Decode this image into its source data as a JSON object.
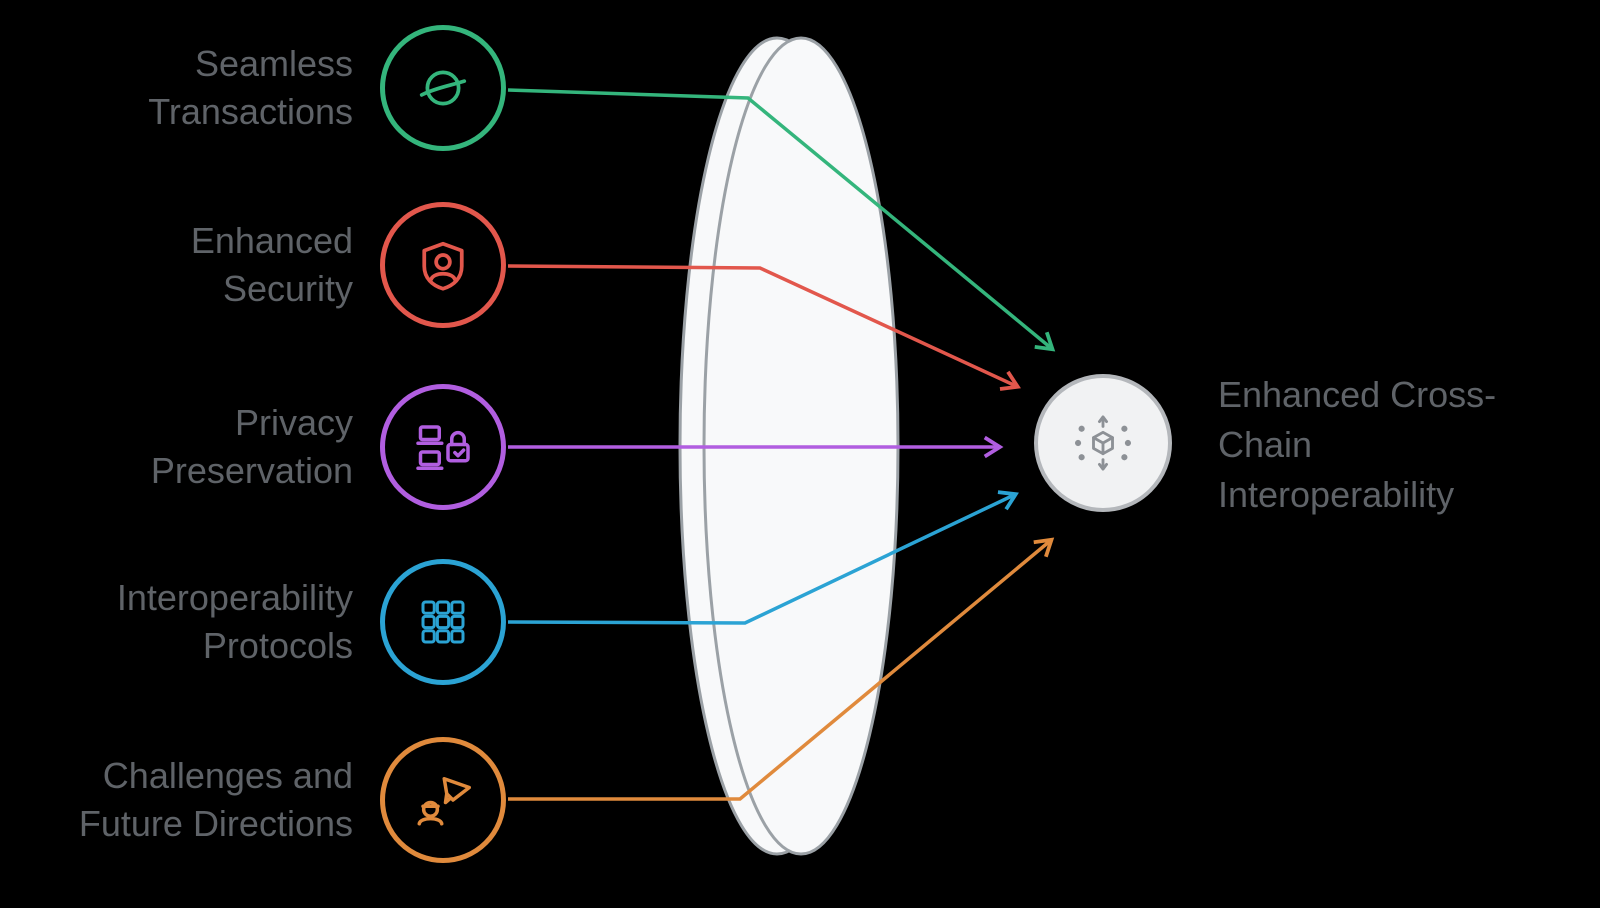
{
  "background": "#000000",
  "text_color": "#5f6368",
  "lens": {
    "name": "lens-shape",
    "fill": "#f8f9fa",
    "stroke": "#9ba1a6"
  },
  "items": [
    {
      "lines": [
        "Seamless",
        "Transactions"
      ],
      "icon": "stellar-planet-icon",
      "color": "#34b57c",
      "fill": "#e9f9f0"
    },
    {
      "lines": [
        "Enhanced",
        "Security"
      ],
      "icon": "user-shield-icon",
      "color": "#e2574c",
      "fill": "#fdeeec"
    },
    {
      "lines": [
        "Privacy",
        "Preservation"
      ],
      "icon": "devices-lock-icon",
      "color": "#b15ee0",
      "fill": "#f7ecfd"
    },
    {
      "lines": [
        "Interoperability",
        "Protocols"
      ],
      "icon": "blocks-grid-icon",
      "color": "#2ba3d4",
      "fill": "#e8f6fc"
    },
    {
      "lines": [
        "Challenges and",
        "Future Directions"
      ],
      "icon": "user-paper-plane-icon",
      "color": "#e08a3c",
      "fill": "#fdf3e6"
    }
  ],
  "target": {
    "lines": [
      "Enhanced Cross-",
      "Chain",
      "Interoperability"
    ],
    "icon": "hub-network-icon",
    "node_fill": "#f1f2f3",
    "node_stroke": "#b4b7bb",
    "icon_color": "#8d9196"
  }
}
